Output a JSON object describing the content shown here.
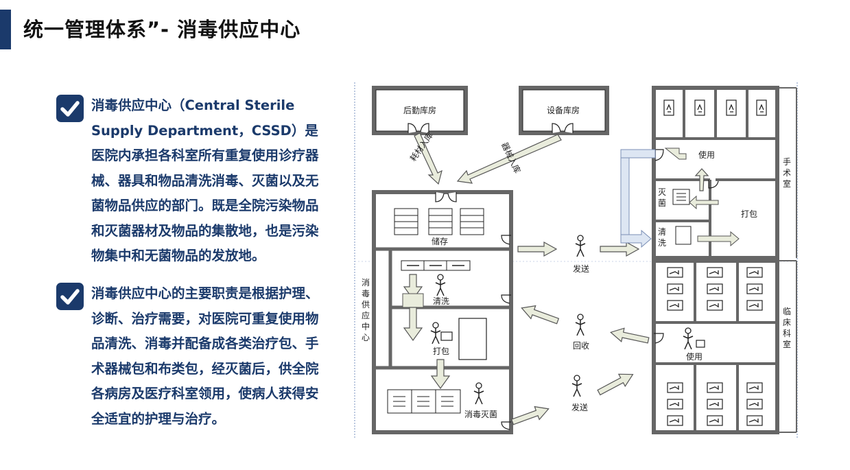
{
  "page": {
    "title": "统一管理体系”- 消毒供应中心"
  },
  "bullets": [
    {
      "text": "消毒供应中心（Central Sterile Supply Department，CSSD）是医院内承担各科室所有重复使用诊疗器械、器具和物品清洗消毒、灭菌以及无菌物品供应的部门。既是全院污染物品和灭菌器材及物品的集散地，也是污染物集中和无菌物品的发放地。"
    },
    {
      "text": "消毒供应中心的主要职责是根据护理、诊断、治疗需要，对医院可重复使用物品清洗、消毒并配备成各类治疗包、手术器械包和布类包，经灭菌后，供全院各病房及医疗科室领用，使病人获得安全适宜的护理与治疗。"
    }
  ],
  "diagram": {
    "storeroom_logistics": "后勤库房",
    "storeroom_equipment": "设备库房",
    "flow_consumables": "耗材入库",
    "flow_instruments": "器械入库",
    "cssd_vertical": [
      "消",
      "毒",
      "供",
      "应",
      "中",
      "心"
    ],
    "room_storage": "储存",
    "room_cleaning": "清洗",
    "room_packing": "打包",
    "room_sterilize": "消毒灭菌",
    "action_send_top": "发送",
    "action_recycle": "回收",
    "action_send_bottom": "发送",
    "or_use": "使用",
    "or_sterile": [
      "灭",
      "菌"
    ],
    "or_pack": "打包",
    "or_clean": [
      "清",
      "洗"
    ],
    "or_label": [
      "手",
      "术",
      "室"
    ],
    "clinic_use": "使用",
    "clinic_label": [
      "临",
      "床",
      "科",
      "室"
    ]
  }
}
